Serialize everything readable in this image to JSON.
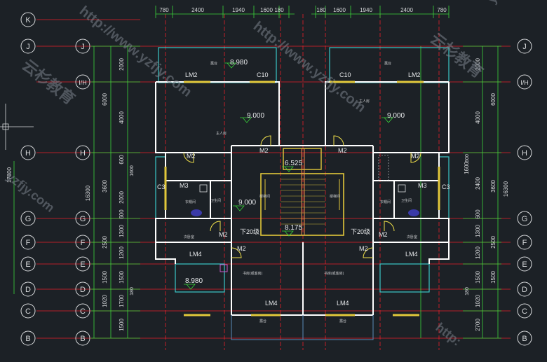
{
  "grid_labels": [
    "K",
    "J",
    "I/H",
    "H",
    "G",
    "F",
    "E",
    "D",
    "C",
    "B"
  ],
  "top_dims_left": [
    "780",
    "2400",
    "1940",
    "1600",
    "180"
  ],
  "top_dims_right": [
    "180",
    "1600",
    "1940",
    "2400",
    "780"
  ],
  "left_dims_inner": [
    "2000",
    "4000",
    "600",
    "2000",
    "600",
    "1300",
    "1200",
    "1500",
    "1700",
    "1500"
  ],
  "left_dims_mid": [
    "6000",
    "3600",
    "2500",
    "1500",
    "1020"
  ],
  "left_dims_outer": [
    "17800",
    "16300"
  ],
  "right_dims_inner": [
    "2000",
    "4000",
    "1600",
    "2400",
    "600",
    "1300",
    "1200",
    "1500",
    "1020",
    "2700"
  ],
  "right_dims_mid": [
    "6000",
    "3600",
    "2500",
    "1500"
  ],
  "right_dims_outer": [
    "16300"
  ],
  "small_dims": [
    "600",
    "1600",
    "180",
    "180"
  ],
  "elevations": [
    "8.980",
    "9.000",
    "6.525",
    "9.000",
    "8.175",
    "9.000",
    "8.980"
  ],
  "window_labels": [
    "LM2",
    "C10",
    "C10",
    "LM2",
    "LM4",
    "LM4",
    "LM4",
    "LM4",
    "C3",
    "C3",
    "M3",
    "M3"
  ],
  "door_labels": [
    "M2",
    "M2",
    "M2",
    "M2",
    "M2",
    "M2",
    "M2",
    "M2"
  ],
  "stair_labels": [
    "下20级",
    "下20级"
  ],
  "room_labels": [
    "露台",
    "露台",
    "主人房",
    "主人房",
    "卫生间",
    "卫生间",
    "衣帽间",
    "衣帽间",
    "楼梯间",
    "楼梯间",
    "次卧室",
    "次卧室",
    "书房(或客房)",
    "书房(或客房)",
    "露台",
    "露台"
  ],
  "watermark_texts": [
    "http://www.yzfjy.com",
    "云杉教育",
    "yzfjy.com",
    "http://www.yzfjy.com",
    "云杉教育",
    "yzfjy.com",
    "http:"
  ],
  "colors": {
    "background": "#1c2126",
    "axis": "#d8dadc",
    "grid_line": "#e8202a",
    "dim_line": "#3ad63a",
    "wall": "#ffffff",
    "window": "#e2c83a",
    "balcony": "#3ac8c8",
    "door": "#f0e04a",
    "slab": "#5a8ab8",
    "watermark": "#7c848c"
  }
}
